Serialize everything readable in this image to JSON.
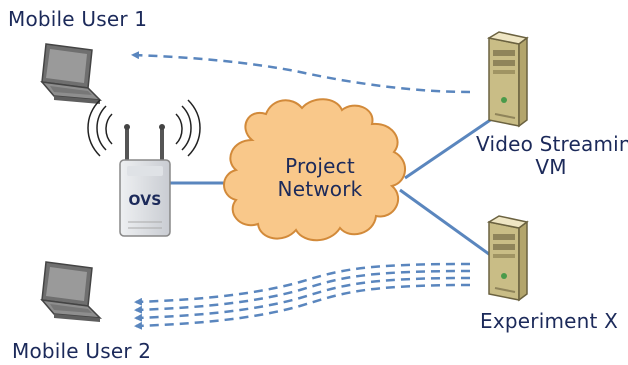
{
  "labels": {
    "mobile_user_1": "Mobile User 1",
    "mobile_user_2": "Mobile User 2",
    "video_streaming_line1": "Video Streaming",
    "video_streaming_line2": "VM",
    "experiment_x": "Experiment X",
    "project_network_line1": "Project",
    "project_network_line2": "Network",
    "ovs": "OVS"
  },
  "colors": {
    "text": "#1c2a5a",
    "link": "#5a86be",
    "dashed_flow": "#5a86be",
    "cloud_fill": "#f9c88a",
    "cloud_stroke": "#d28a3a",
    "server_body": "#e9dfb6",
    "laptop_body": "#8a8a8a"
  },
  "icons": {
    "laptop_1": "laptop-icon",
    "laptop_2": "laptop-icon",
    "access_point": "wireless-access-point-icon",
    "server_video": "server-icon",
    "server_experiment": "server-icon",
    "cloud": "cloud-icon"
  }
}
